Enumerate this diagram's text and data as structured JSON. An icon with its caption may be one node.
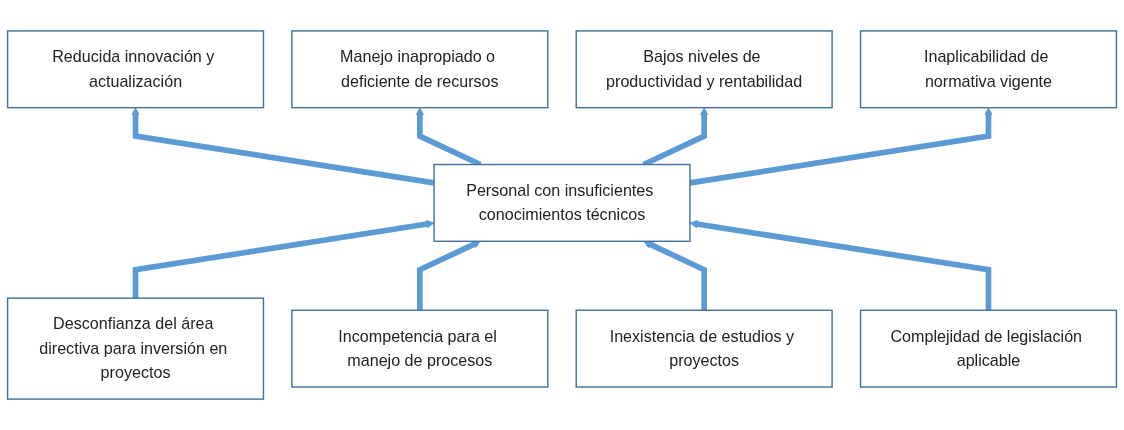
{
  "diagram": {
    "nodes": [
      {
        "text": [
          "Reducida innovación y actualización"
        ]
      },
      {
        "text": [
          "Manejo inapropiado o deficiente de recursos"
        ]
      },
      {
        "text": [
          "Bajos niveles de productividad y rentabilidad"
        ]
      },
      {
        "text": [
          "Inaplicabilidad de normativa vigente"
        ]
      },
      {
        "text": [
          "Personal con insuficientes conocimientos técnicos"
        ]
      },
      {
        "text": [
          "Desconfianza del área directiva para inversión en proyectos"
        ]
      },
      {
        "text": [
          "Incompetencia para el manejo de procesos"
        ]
      },
      {
        "text": [
          "Inexistencia de estudios y proyectos"
        ]
      },
      {
        "text": [
          "Complejidad de legislación aplicable"
        ]
      }
    ],
    "edges": [
      {
        "from": 4,
        "to": 0,
        "arrow": "to"
      },
      {
        "from": 4,
        "to": 1,
        "arrow": "to"
      },
      {
        "from": 4,
        "to": 2,
        "arrow": "to"
      },
      {
        "from": 4,
        "to": 3,
        "arrow": "to"
      },
      {
        "from": 5,
        "to": 4,
        "arrow": "to"
      },
      {
        "from": 6,
        "to": 4,
        "arrow": "to"
      },
      {
        "from": 7,
        "to": 4,
        "arrow": "to"
      },
      {
        "from": 8,
        "to": 4,
        "arrow": "to"
      }
    ]
  }
}
